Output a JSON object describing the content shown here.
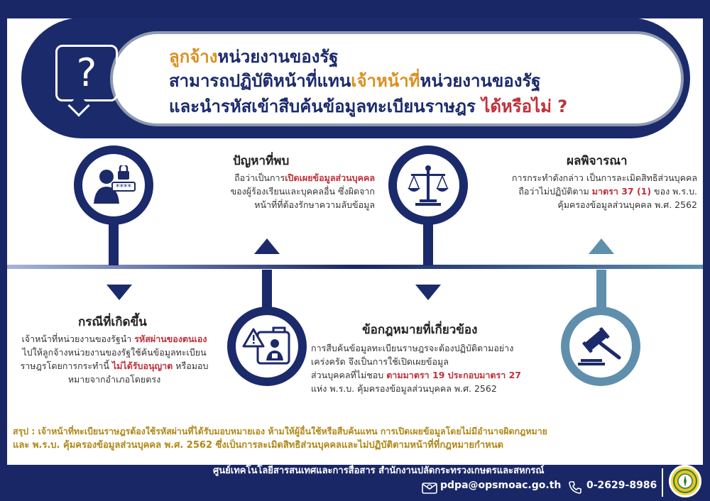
{
  "title": {
    "line1_orange": "ลูกจ้าง",
    "line1_rest": "หน่วยงานของรัฐ",
    "line2_start": "สามารถปฏิบัติหน้าที่แทน",
    "line2_orange": "เจ้าหน้าที่",
    "line2_end": "หน่วยงานของรัฐ",
    "line3_start": "และนำรหัสเข้าสืบค้นข้อมูลทะเบียนราษฎร ",
    "line3_red": "ได้หรือไม่ ?"
  },
  "problem": {
    "heading": "ปัญหาที่พบ",
    "l1_a": "ถือว่าเป็นการ",
    "l1_hl": "เปิดเผยข้อมูลส่วนบุคคล",
    "l2": "ของผู้ร้องเรียนและบุคคลอื่น ซึ่งผิดจาก",
    "l3": "หน้าที่ที่ต้องรักษาความลับข้อมูล"
  },
  "result": {
    "heading": "ผลพิจารณา",
    "l1": "การกระทำดังกล่าว เป็นการละเมิดสิทธิส่วนบุคคล",
    "l2_a": "ถือว่าไม่ปฏิบัติตาม ",
    "l2_hl": "มาตรา 37 (1)",
    "l2_b": " ของ พ.ร.บ.",
    "l3": "คุ้มครองข้อมูลส่วนบุคคล พ.ศ. 2562"
  },
  "case": {
    "heading": "กรณีที่เกิดขึ้น",
    "l1_a": "เจ้าหน้าที่หน่วยงานของรัฐนำ ",
    "l1_hl": "รหัสผ่านของตนเอง",
    "l2": "ไปให้ลูกจ้างหน่วยงานของรัฐใช้ค้นข้อมูลทะเบียน",
    "l3_a": "ราษฎรโดยการกระทำนี้ ",
    "l3_hl": "ไม่ได้รับอนุญาต",
    "l3_b": " หรือมอบ",
    "l4": "หมายจากอำเภอโดยตรง"
  },
  "law": {
    "heading": "ข้อกฎหมายที่เกี่ยวข้อง",
    "l1": "การสืบค้นข้อมูลทะเบียนราษฎรจะต้องปฏิบัติตามอย่าง",
    "l2": "เคร่งครัด จึงเป็นการใช้เปิดเผยข้อมูล",
    "l3_a": "ส่วนบุคคลที่ไม่ชอบ ",
    "l3_hl": "ตามมาตรา 19 ประกอบมาตรา 27",
    "l4": "แห่ง พ.ร.บ. คุ้มครองข้อมูลส่วนบุคคล พ.ศ. 2562"
  },
  "summary": {
    "l1": "สรุป : เจ้าหน้าที่ทะเบียนราษฎรต้องใช้รหัสผ่านที่ได้รับมอบหมายเอง ห้ามให้ผู้อื่นใช้หรือสืบค้นแทน การเปิดเผยข้อมูลโดยไม่มีอำนาจผิดกฎหมาย",
    "l2": "และ พ.ร.บ. คุ้มครองข้อมูลส่วนบุคคล พ.ศ. 2562 ซึ่งเป็นการละเมิดสิทธิส่วนบุคคลและไม่ปฏิบัติตามหน้าที่ที่กฎหมายกำหนด"
  },
  "footer": {
    "org": "ศูนย์เทคโนโลยีสารสนเทศและการสื่อสาร สำนักงานปลัดกระทรวงเกษตรและสหกรณ์",
    "email": "pdpa@opsmoac.go.th",
    "phone": "0-2629-8986"
  },
  "icons": {
    "question": "speech-bubble-question-icon",
    "user_password": "user-password-icon",
    "scales": "scales-of-justice-icon",
    "document_warning": "document-warning-icon",
    "gavel": "gavel-icon",
    "email": "email-icon",
    "phone": "phone-icon",
    "logo": "ministry-logo-icon"
  },
  "colors": {
    "navy": "#1b2a6b",
    "orange": "#d9901f",
    "red": "#c0303a",
    "steel": "#5f8fad",
    "gold": "#b08818"
  }
}
